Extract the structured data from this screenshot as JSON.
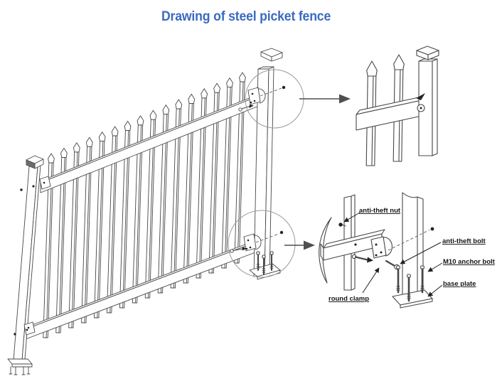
{
  "title": "Drawing of steel picket fence",
  "colors": {
    "title": "#3a6abf",
    "line": "#474747",
    "soft_line": "#9a9a9a",
    "label": "#151515",
    "arrow": "#4f4f4f",
    "background": "#ffffff"
  },
  "labels": {
    "anti_theft_nut": "anti-theft nut",
    "anti_theft_bolt": "anti-theft bolt",
    "m10_anchor_bolt": "M10 anchor bolt",
    "base_plate": "base plate",
    "round_clamp": "round clamp"
  }
}
